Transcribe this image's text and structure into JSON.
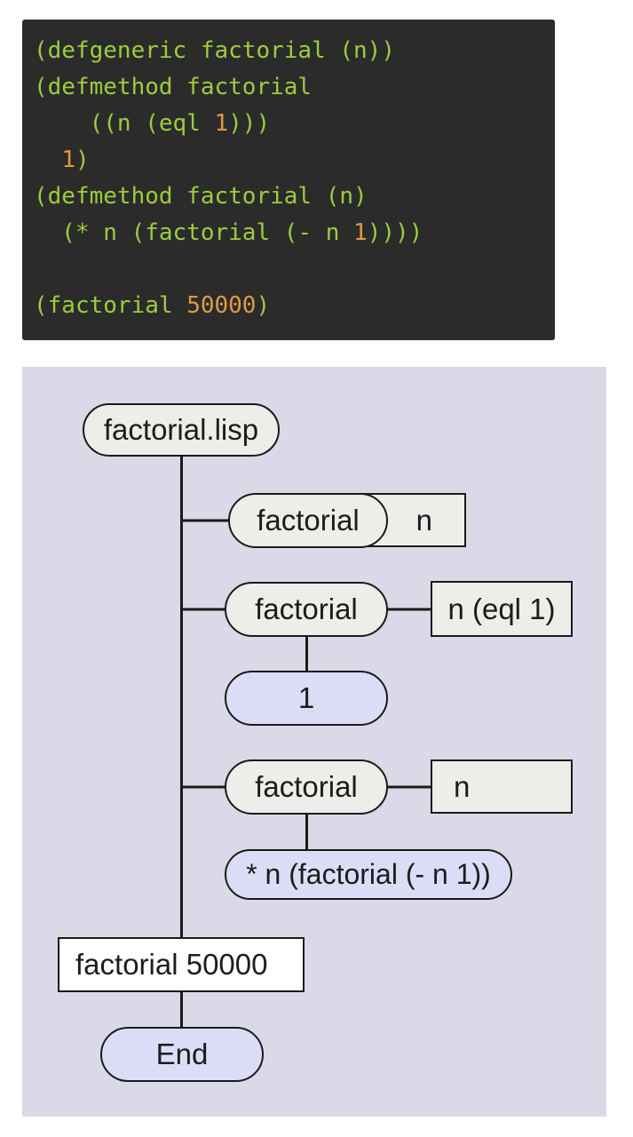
{
  "colors": {
    "code_bg": "#2b2b2b",
    "code_green": "#9ccd3c",
    "code_orange": "#df9a41",
    "diagram_bg": "#d9d9e7",
    "node_gray": "#ededea",
    "node_lavender": "#dcdcf7",
    "node_white": "#ffffff",
    "line_color": "#1a1a1a",
    "page_bg": "#ffffff"
  },
  "code": {
    "lines": [
      [
        {
          "t": "(defgeneric factorial (n))",
          "c": "g"
        }
      ],
      [
        {
          "t": "(defmethod factorial",
          "c": "g"
        }
      ],
      [
        {
          "t": "    ((n (eql ",
          "c": "g"
        },
        {
          "t": "1",
          "c": "o"
        },
        {
          "t": ")))",
          "c": "g"
        }
      ],
      [
        {
          "t": "  ",
          "c": "g"
        },
        {
          "t": "1",
          "c": "o"
        },
        {
          "t": ")",
          "c": "g"
        }
      ],
      [
        {
          "t": "(defmethod factorial (n)",
          "c": "g"
        }
      ],
      [
        {
          "t": "  (* n (factorial (- n ",
          "c": "g"
        },
        {
          "t": "1",
          "c": "o"
        },
        {
          "t": "))))",
          "c": "g"
        }
      ],
      [
        {
          "t": "",
          "c": "g"
        }
      ],
      [
        {
          "t": "(factorial ",
          "c": "g"
        },
        {
          "t": "50000",
          "c": "o"
        },
        {
          "t": ")",
          "c": "g"
        }
      ]
    ]
  },
  "diagram": {
    "file_label": "factorial.lisp",
    "generic": {
      "name": "factorial",
      "param": "n"
    },
    "method_base": {
      "name": "factorial",
      "param": "n (eql 1)",
      "body": "1"
    },
    "method_recursive": {
      "name": "factorial",
      "param": "n",
      "body": "* n (factorial (- n 1))"
    },
    "call_label": "factorial 50000",
    "end_label": "End"
  }
}
